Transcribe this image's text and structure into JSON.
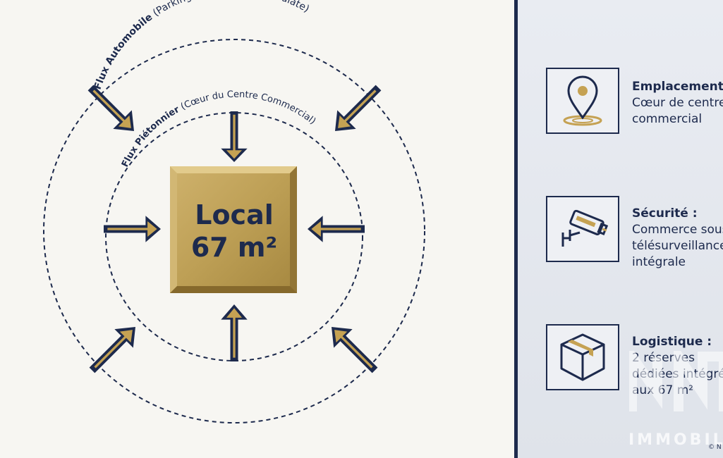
{
  "diagram": {
    "outer_label_bold": "Flux Automobile",
    "outer_label_note": " (Parking à proximité immédiate)",
    "inner_label_bold": "Flux Piétonnier",
    "inner_label_note": " (Cœur du Centre Commercial)",
    "center_line1": "Local",
    "center_line2": "67 m²"
  },
  "features": [
    {
      "icon": "map-pin-icon",
      "title": "Emplacement",
      "lines": [
        "Cœur de centre",
        "commercial"
      ]
    },
    {
      "icon": "cctv-camera-icon",
      "title": "Sécurité :",
      "lines": [
        "Commerce sous",
        "télésurveillance",
        "intégrale"
      ]
    },
    {
      "icon": "box-icon",
      "title": "Logistique :",
      "lines": [
        "2 réserves",
        "dédiées intégrées",
        "aux 67 m²"
      ]
    }
  ],
  "watermark": {
    "text": "IMMOBILIER",
    "mark": "© N"
  },
  "colors": {
    "navy": "#1d2a4d",
    "gold": "#c5a253",
    "background": "#f7f6f2"
  }
}
